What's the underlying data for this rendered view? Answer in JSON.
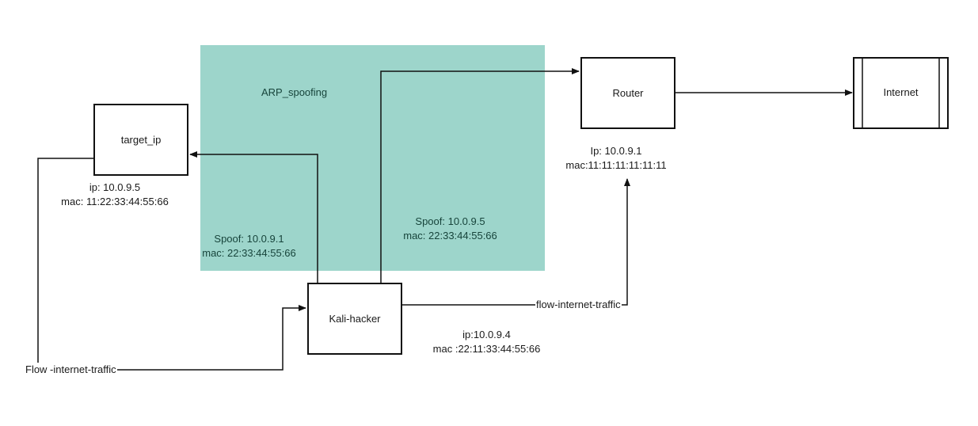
{
  "colors": {
    "zone_fill": "#9dd5cb",
    "line": "#111111",
    "zone_text": "#17443b"
  },
  "zone": {
    "label": "ARP_spoofing"
  },
  "nodes": {
    "target": {
      "label": "target_ip",
      "ip": "ip: 10.0.9.5",
      "mac": "mac: 11:22:33:44:55:66"
    },
    "router": {
      "label": "Router",
      "ip": "Ip: 10.0.9.1",
      "mac": "mac:11:11:11:11:11:11"
    },
    "internet": {
      "label": "Internet"
    },
    "kali": {
      "label": "Kali-hacker",
      "ip": "ip:10.0.9.4",
      "mac": "mac :22:11:33:44:55:66"
    }
  },
  "edges": {
    "spoof_to_target": {
      "line1": "Spoof: 10.0.9.1",
      "line2": "mac: 22:33:44:55:66"
    },
    "spoof_to_router": {
      "line1": "Spoof: 10.0.9.5",
      "line2": "mac: 22:33:44:55:66"
    },
    "flow_left": {
      "label": "Flow -internet-traffic"
    },
    "flow_right": {
      "label": "flow-internet-traffic"
    }
  }
}
